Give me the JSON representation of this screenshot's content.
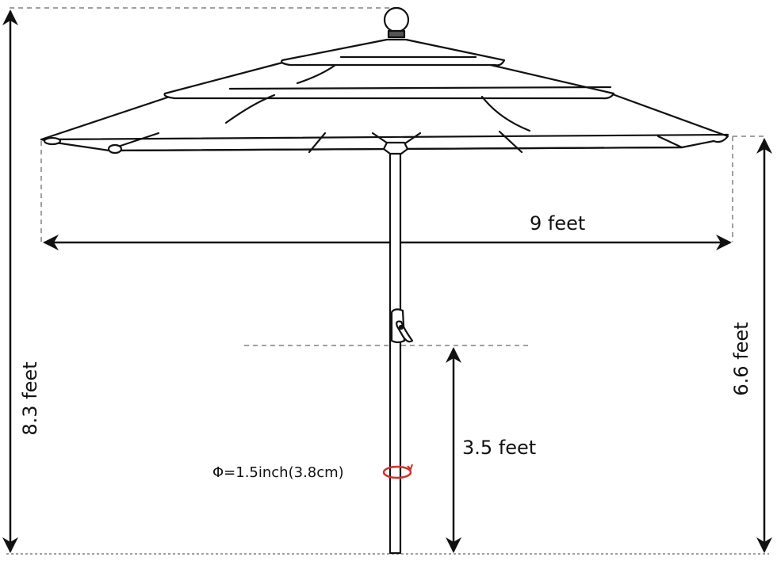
{
  "diagram": {
    "subject": "Patio umbrella with three-tier canopy, dimension drawing",
    "labels": {
      "total_height": "8.3 feet",
      "canopy_width": "9 feet",
      "canopy_clearance_height": "6.6 feet",
      "crank_height": "3.5 feet",
      "pole_diameter": "Φ=1.5inch(3.8cm)"
    },
    "colors": {
      "line": "#111111",
      "dashed_guide": "#a0a0a0",
      "rotation_marker": "#d0312d",
      "background": "#ffffff"
    },
    "icons": {
      "rotation_marker": "rotation-arrow-icon",
      "crank_handle": "crank-handle-icon",
      "finial": "finial-ball-icon"
    }
  }
}
